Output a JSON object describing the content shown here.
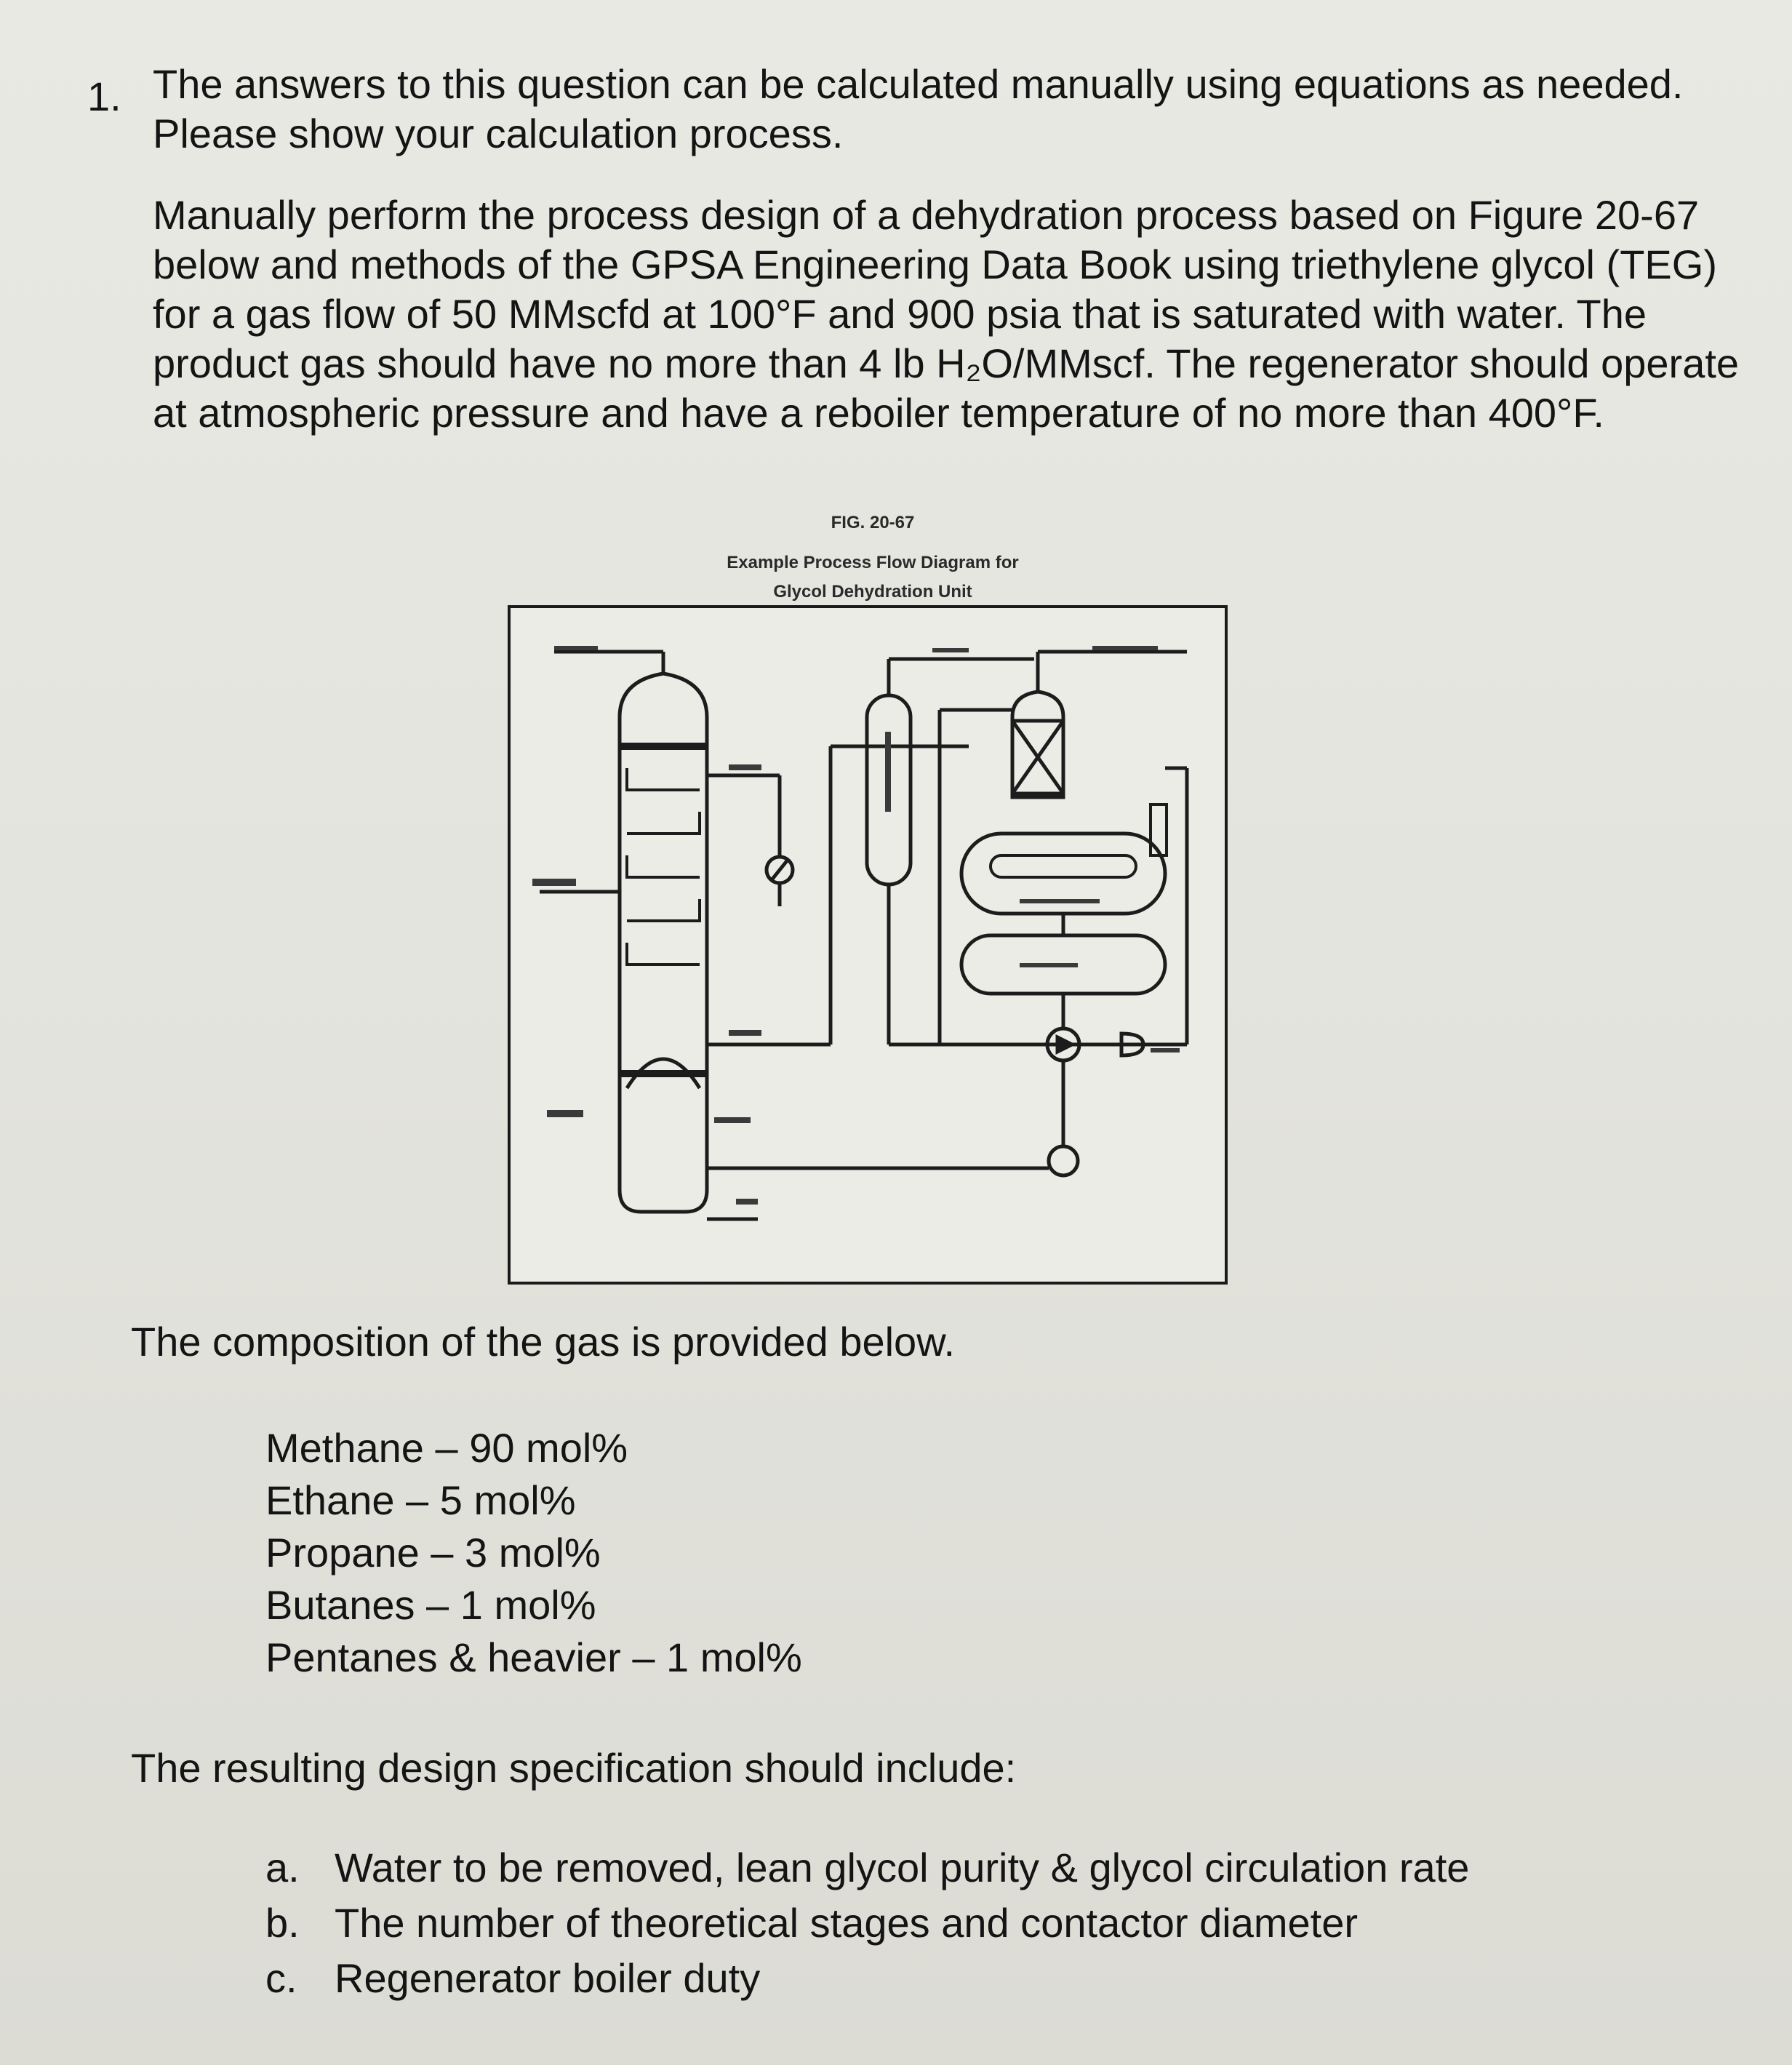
{
  "question": {
    "number": "1.",
    "intro": "The answers to this question can be calculated manually using equations as needed. Please show your calculation process.",
    "task": "Manually perform the process design of a dehydration process based on Figure 20-67 below and methods of the GPSA Engineering Data Book using triethylene glycol (TEG) for a gas flow of 50 MMscfd at 100°F and 900 psia that is saturated with water. The product gas should have no more than 4 lb H₂O/MMscf. The regenerator should operate at atmospheric pressure and have a reboiler temperature of no more than 400°F."
  },
  "figure": {
    "number": "FIG. 20-67",
    "title": "Example Process Flow Diagram for",
    "subtitle": "Glycol Dehydration Unit"
  },
  "composition": {
    "heading": "The composition of the gas is provided below.",
    "items": [
      "Methane – 90 mol%",
      "Ethane – 5 mol%",
      "Propane – 3 mol%",
      "Butanes – 1 mol%",
      "Pentanes & heavier – 1 mol%"
    ]
  },
  "specification": {
    "heading": "The resulting design specification should include:",
    "items": [
      {
        "letter": "a.",
        "text": "Water to be removed, lean glycol purity & glycol circulation rate"
      },
      {
        "letter": "b.",
        "text": "The number of theoretical stages and contactor diameter"
      },
      {
        "letter": "c.",
        "text": "Regenerator boiler duty"
      }
    ]
  }
}
